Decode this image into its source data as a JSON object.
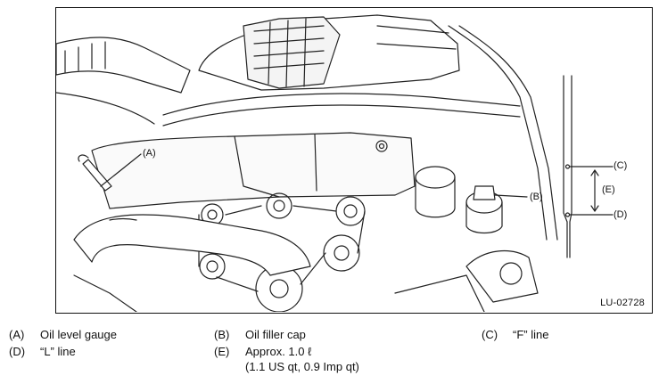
{
  "figure": {
    "code": "LU-02728",
    "callouts": {
      "a": "(A)",
      "b": "(B)",
      "c": "(C)",
      "d": "(D)",
      "e": "(E)"
    }
  },
  "legend": [
    {
      "key": "(A)",
      "text": "Oil level gauge"
    },
    {
      "key": "(B)",
      "text": "Oil filler cap"
    },
    {
      "key": "(C)",
      "text": "“F” line"
    },
    {
      "key": "(D)",
      "text": "“L” line"
    },
    {
      "key": "(E)",
      "text": "Approx. 1.0 ℓ",
      "text2": "(1.1 US qt, 0.9 Imp qt)"
    }
  ]
}
